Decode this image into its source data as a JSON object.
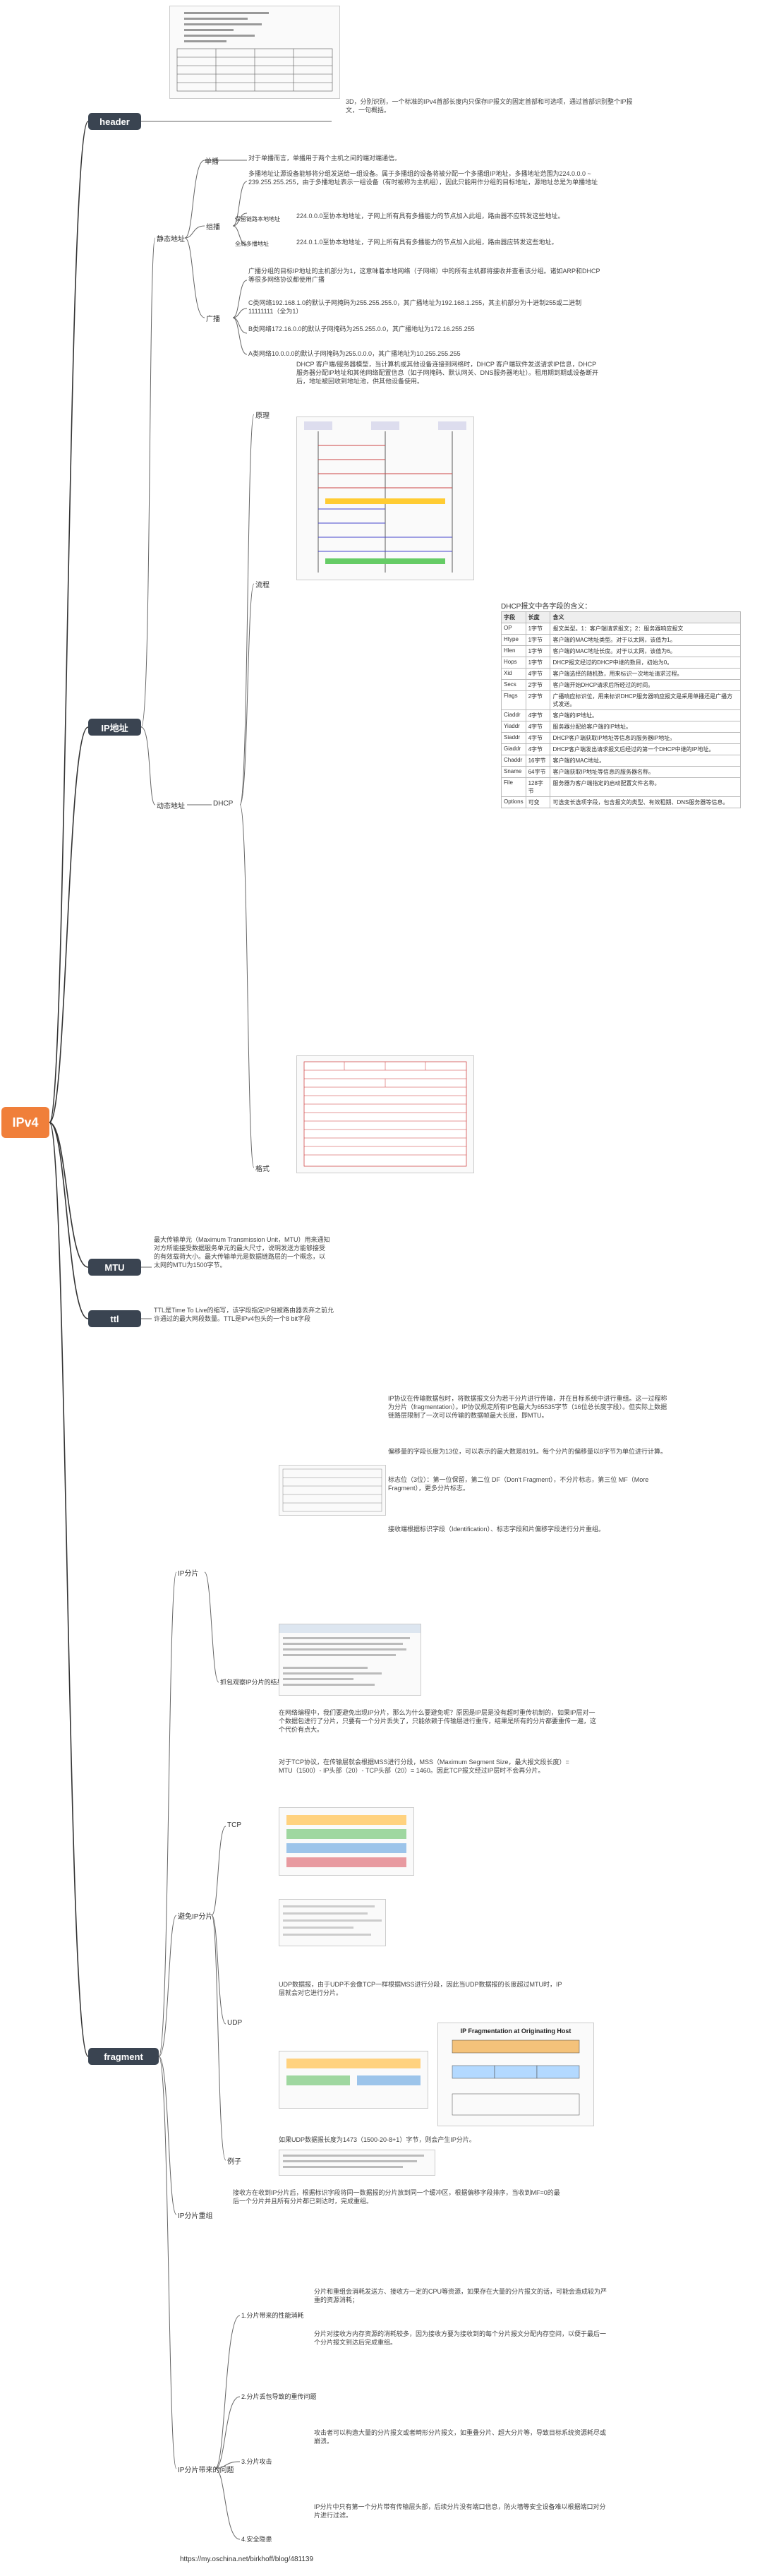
{
  "root": {
    "label": "IPv4"
  },
  "sections": {
    "header": "header",
    "ip": "IP地址",
    "mtu": "MTU",
    "ttl": "ttl",
    "fragment": "fragment"
  },
  "header_note": "3D，分别识别，一个标准的IPv4首部长度内只保存IP报文的固定首部和可选项，通过首部识别整个IP报文，一句概括。",
  "ip": {
    "static": "静态地址",
    "unicast": "单播",
    "unicast_text": "对于单播而言，单播用于两个主机之间的端对端通信。",
    "multicast": "组播",
    "multicast_text": "多播地址让源设备能够将分组发送给一组设备。属于多播组的设备将被分配一个多播组IP地址，多播地址范围为224.0.0.0 ~ 239.255.255.255，由于多播地址表示一组设备（有时被称为主机组），因此只能用作分组的目标地址，源地址总是为单播地址",
    "reserved": "保留链路本地地址",
    "reserved_text": "224.0.0.0至协本地地址，子网上所有具有多播能力的节点加入此组，路由器不应转发这些地址。",
    "global": "全局多播地址",
    "global_text": "224.0.1.0至协本地地址，子网上所有具有多播能力的节点加入此组，路由器应转发这些地址。",
    "broadcast": "广播",
    "broadcast_1": "广播分组的目标IP地址的主机部分为1，这意味着本地网络（子网络）中的所有主机都将接收并查看该分组。诸如ARP和DHCP等很多网络协议都使用广播",
    "broadcast_2": "C类网络192.168.1.0的默认子网掩码为255.255.255.0，其广播地址为192.168.1.255，其主机部分为十进制255或二进制11111111（全为1）",
    "broadcast_3": "B类网络172.16.0.0的默认子网掩码为255.255.0.0，其广播地址为172.16.255.255",
    "broadcast_4": "A类网络10.0.0.0的默认子网掩码为255.0.0.0，其广播地址为10.255.255.255",
    "dynamic": "动态地址",
    "dhcp": "DHCP",
    "principle": "原理",
    "principle_text": "DHCP 客户端/服务器模型，当计算机或其他设备连接到网络时，DHCP 客户端软件发送请求IP信息，DHCP服务器分配IP地址和其他网络配置信息（如子网掩码、默认网关、DNS服务器地址）。租用期到期或设备断开后，地址被回收到地址池，供其他设备使用。",
    "flow": "流程",
    "format": "格式",
    "table_title": "DHCP报文中各字段的含义：",
    "table_headers": [
      "字段",
      "长度",
      "含义"
    ],
    "table_rows": [
      [
        "OP",
        "1字节",
        "报文类型。1：客户端请求报文；2：服务器响应报文"
      ],
      [
        "Htype",
        "1字节",
        "客户端的MAC地址类型。对于以太网，该值为1。"
      ],
      [
        "Hlen",
        "1字节",
        "客户端的MAC地址长度。对于以太网，该值为6。"
      ],
      [
        "Hops",
        "1字节",
        "DHCP报文经过的DHCP中继的数目，初始为0。"
      ],
      [
        "Xid",
        "4字节",
        "客户端选择的随机数，用来标识一次地址请求过程。"
      ],
      [
        "Secs",
        "2字节",
        "客户端开始DHCP请求后所经过的时间。"
      ],
      [
        "Flags",
        "2字节",
        "广播响应标识位，用来标识DHCP服务器响应报文是采用单播还是广播方式发送。"
      ],
      [
        "Ciaddr",
        "4字节",
        "客户端的IP地址。"
      ],
      [
        "Yiaddr",
        "4字节",
        "服务器分配给客户端的IP地址。"
      ],
      [
        "Siaddr",
        "4字节",
        "DHCP客户端获取IP地址等信息的服务器IP地址。"
      ],
      [
        "Giaddr",
        "4字节",
        "DHCP客户端发出请求报文后经过的第一个DHCP中继的IP地址。"
      ],
      [
        "Chaddr",
        "16字节",
        "客户端的MAC地址。"
      ],
      [
        "Sname",
        "64字节",
        "客户端获取IP地址等信息的服务器名称。"
      ],
      [
        "File",
        "128字节",
        "服务器为客户端指定的启动配置文件名称。"
      ],
      [
        "Options",
        "可变",
        "可选变长选项字段，包含报文的类型、有效租期、DNS服务器等信息。"
      ]
    ]
  },
  "mtu_text": "最大传输单元（Maximum Transmission Unit，MTU）用来通知对方所能接受数据服务单元的最大尺寸，说明发送方能够接受的有效载荷大小。最大传输单元是数据链路层的一个概念，以太网的MTU为1500字节。",
  "ttl_text": "TTL是Time To Live的缩写，该字段指定IP包被路由器丢弃之前允许通过的最大网段数量。TTL是IPv4包头的一个8 bit字段",
  "fragment": {
    "ip_frag": "IP分片",
    "ip_frag_text": "IP协议在传输数据包时，将数据报文分为若干分片进行传输，并在目标系统中进行重组。这一过程称为分片（fragmentation）。IP协议规定所有IP包最大为65535字节（16位总长度字段）。但实际上数据链路层限制了一次可以传输的数据帧最大长度，即MTU。",
    "offset_text": "偏移量的字段长度为13位，可以表示的最大数是8191。每个分片的偏移量以8字节为单位进行计算。",
    "flag_text": "标志位（3位）：第一位保留，第二位 DF（Don't Fragment），不分片标志，第三位 MF（More Fragment），更多分片标志。",
    "reassemble_text": "接收端根据标识字段（Identification）、标志字段和片偏移字段进行分片重组。",
    "capture": "抓包观察IP分片的结果",
    "avoid": "避免IP分片",
    "avoid_text": "在网络编程中，我们要避免出现IP分片，那么为什么要避免呢？原因是IP层是没有超时重传机制的，如果IP层对一个数据包进行了分片，只要有一个分片丢失了，只能依赖于传输层进行重传，结果是所有的分片都要重传一遍，这个代价有点大。",
    "tcp": "TCP",
    "tcp_text": "对于TCP协议，在传输层就会根据MSS进行分段，MSS（Maximum Segment Size，最大报文段长度）= MTU（1500）- IP头部（20）- TCP头部（20）= 1460。因此TCP报文经过IP层时不会再分片。",
    "udp": "UDP",
    "udp_text": "UDP数据报，由于UDP不会像TCP一样根据MSS进行分段，因此当UDP数据报的长度超过MTU时，IP层就会对它进行分片。",
    "udp_example": "如果UDP数据报长度为1473（1500-20-8+1）字节，则会产生IP分片。",
    "example": "例子",
    "udp_fig_title": "IP Fragmentation at Originating Host",
    "reassembly": "IP分片重组",
    "reassembly_text": "接收方在收到IP分片后，根据标识字段将同一数据报的分片放到同一个缓冲区，根据偏移字段排序，当收到MF=0的最后一个分片并且所有分片都已到达时，完成重组。",
    "problems": "IP分片带来的问题",
    "problem_1": "1.分片带来的性能消耗",
    "problem_1_text": "分片和重组会消耗发送方、接收方一定的CPU等资源，如果存在大量的分片报文的话，可能会造成较为严重的资源消耗；",
    "problem_2": "2.分片丢包导致的重传问题",
    "problem_2_text": "分片对接收方内存资源的消耗较多，因为接收方要为接收到的每个分片报文分配内存空间，以便于最后一个分片报文到达后完成重组。",
    "problem_3": "3.分片攻击",
    "problem_3_text": "攻击者可以构造大量的分片报文或者畸形分片报文，如重叠分片、超大分片等，导致目标系统资源耗尽或崩溃。",
    "problem_4": "4.安全隐患",
    "problem_4_text": "IP分片中只有第一个分片带有传输层头部，后续分片没有端口信息，防火墙等安全设备难以根据端口对分片进行过滤。"
  },
  "source_url": "https://my.oschina.net/birkhoff/blog/481139"
}
